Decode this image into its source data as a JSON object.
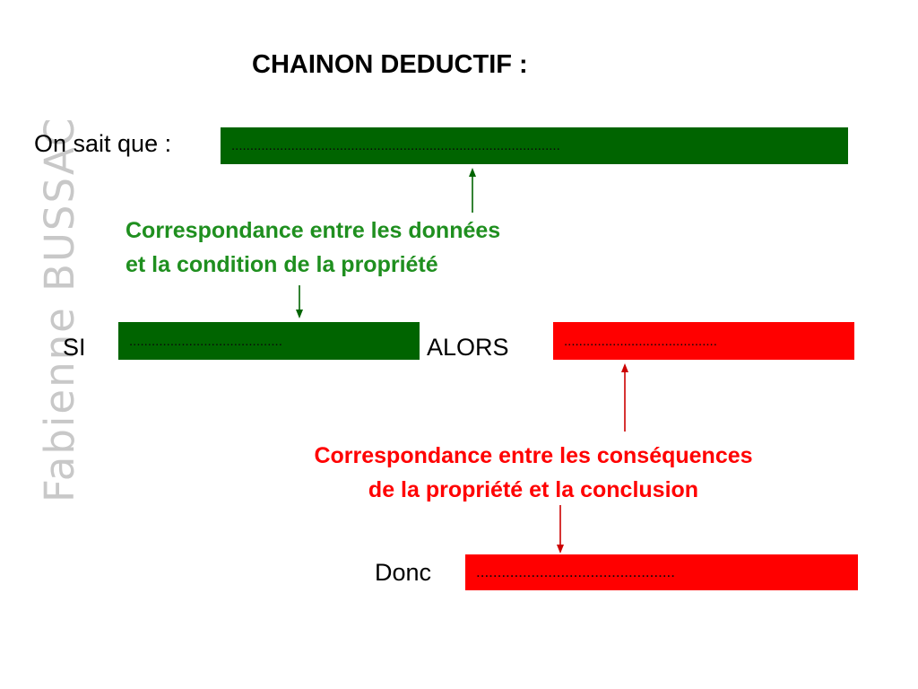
{
  "title": "CHAINON DEDUCTIF :",
  "watermark": "Fabienne BUSSAC",
  "labels": {
    "on_sait_que": "On sait que :",
    "si": "SI",
    "alors": "ALORS",
    "donc": "Donc"
  },
  "boxes": {
    "on_sait_que": "........................................................................................",
    "si": ".........................................",
    "alors": ".........................................",
    "donc": "..............................................."
  },
  "notes": {
    "green_line1": "Correspondance entre les données",
    "green_line2": "et la condition de la propriété",
    "red_line1": "Correspondance entre les conséquences",
    "red_line2": "de la propriété et la conclusion"
  },
  "colors": {
    "green_box": "#006400",
    "red_box": "#ff0000",
    "green_text": "#1f8f1f",
    "red_text": "#ff0000"
  }
}
